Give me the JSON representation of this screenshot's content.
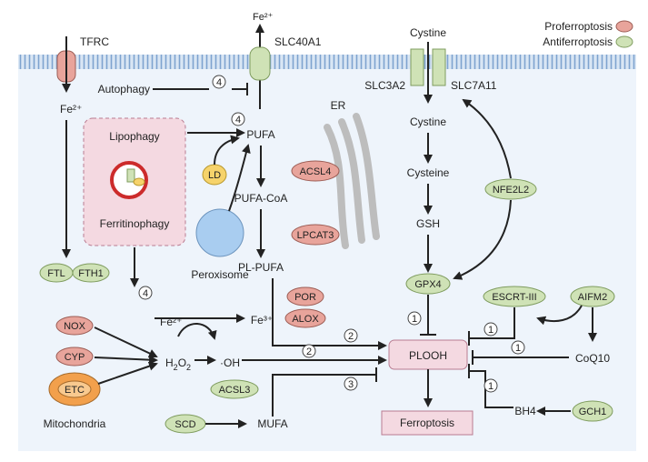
{
  "legend": {
    "pro": "Proferroptosis",
    "anti": "Antiferroptosis"
  },
  "labels": {
    "fe2_top": "Fe²⁺",
    "tfrc": "TFRC",
    "slc40a1": "SLC40A1",
    "cystine_top": "Cystine",
    "slc7a11": "SLC7A11",
    "slc3a2": "SLC3A2",
    "fe2_left": "Fe²⁺",
    "autophagy": "Autophagy",
    "lipophagy": "Lipophagy",
    "ferritinophagy": "Ferritinophagy",
    "pufa": "PUFA",
    "er": "ER",
    "cystine_in": "Cystine",
    "cysteine": "Cysteine",
    "gsh": "GSH",
    "ld": "LD",
    "pufa_coa": "PUFA-CoA",
    "pl_pufa": "PL-PUFA",
    "peroxisome": "Peroxisome",
    "fe2_mid": "Fe²⁺",
    "fe3": "Fe³⁺",
    "h2o2_main": "H",
    "h2o2_sub1": "2",
    "h2o2_o": "O",
    "h2o2_sub2": "2",
    "oh": "·OH",
    "pl_ooh": "PLOOH",
    "coq10": "CoQ10",
    "bh4": "BH4",
    "mufa": "MUFA",
    "mitochondria": "Mitochondria",
    "ferroptosis": "Ferroptosis"
  },
  "enzymes": {
    "acsl4": "ACSL4",
    "lpcat3": "LPCAT3",
    "por": "POR",
    "alox": "ALOX",
    "nfe2l2": "NFE2L2",
    "gpx4": "GPX4",
    "escrt": "ESCRT-III",
    "aifm2": "AIFM2",
    "fth1": "FTH1",
    "ftl": "FTL",
    "nox": "NOX",
    "cyp": "CYP",
    "etc": "ETC",
    "acsl3": "ACSL3",
    "scd": "SCD",
    "gch1": "GCH1"
  },
  "markers": {
    "m4_autophagy": "4",
    "m4_pufa": "4",
    "m4_ferritin": "4",
    "m1_gpx4": "1",
    "m1_escrt": "1",
    "m1_coq10": "1",
    "m1_bh4": "1",
    "m2_pl": "2",
    "m2_oh": "2",
    "m3_mufa": "3"
  },
  "colors": {
    "pro": "#e8a49b",
    "anti": "#cfe2b6",
    "ld": "#f6d36b",
    "peroxisome": "#a9cdf0",
    "membrane": "#8fb2d8",
    "cell": "#eef4fb",
    "ferritinophagy": "#f4d9e1"
  }
}
